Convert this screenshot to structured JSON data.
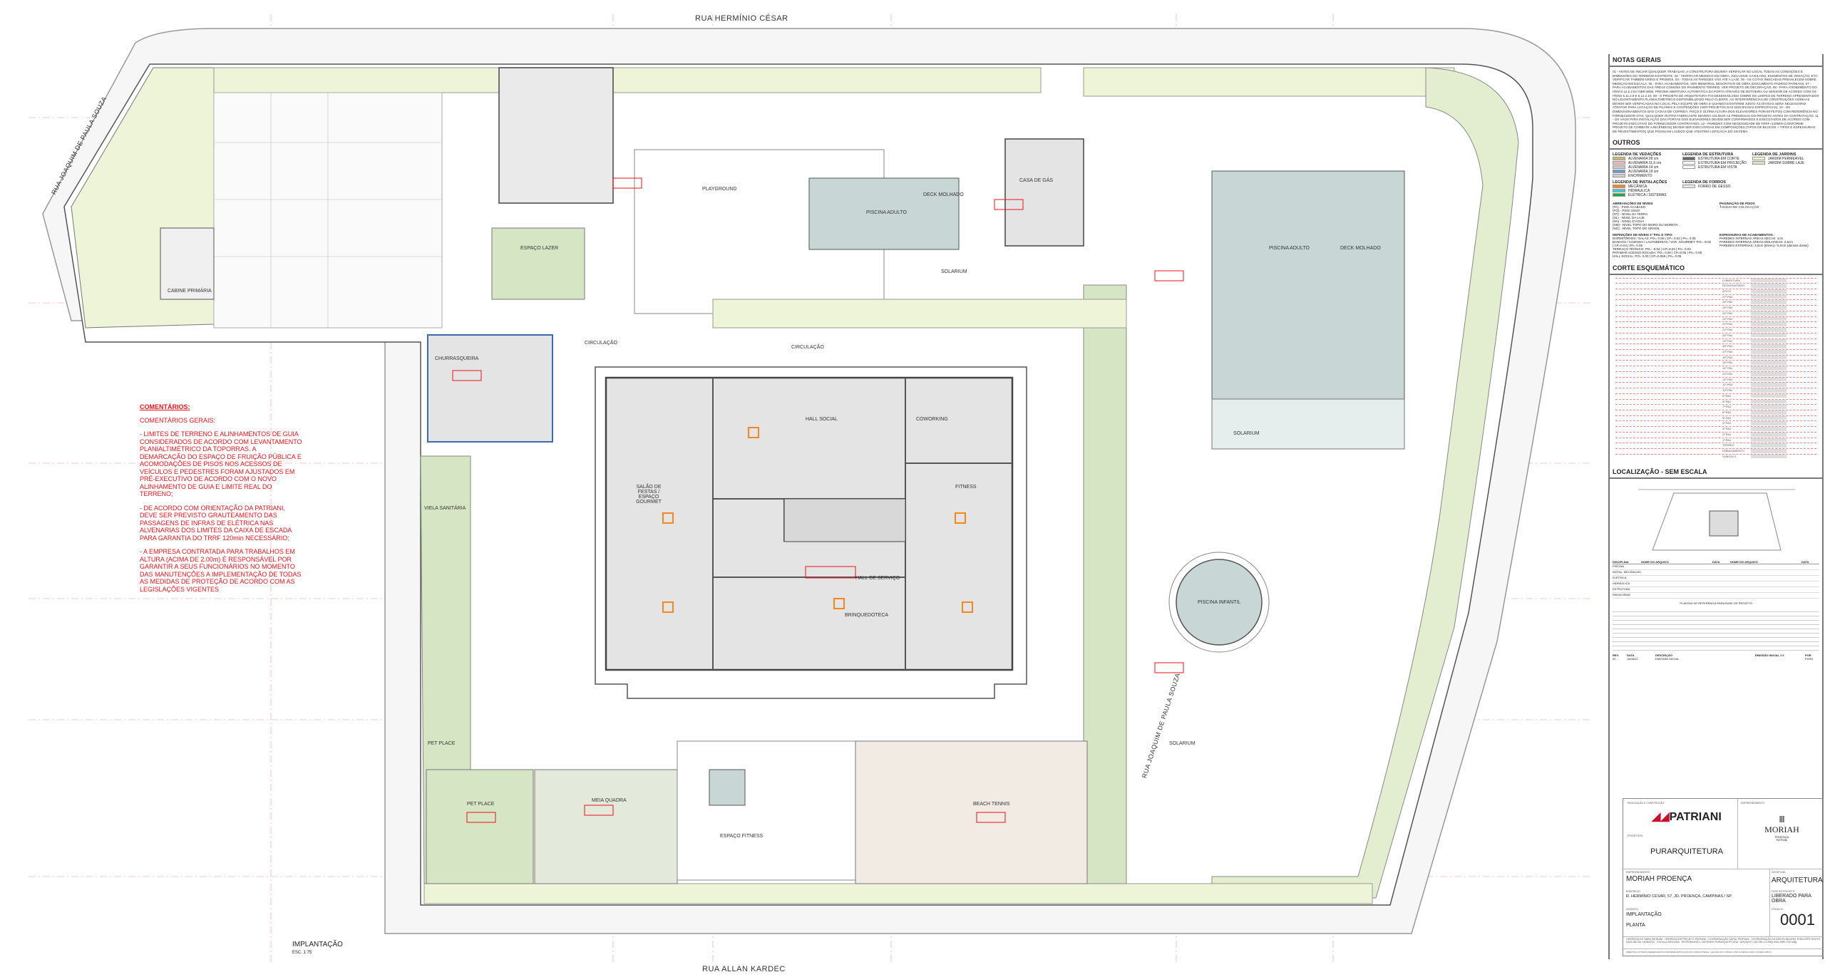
{
  "streets": {
    "top": "RUA HERMÍNIO CÉSAR",
    "bottom": "RUA ALLAN KARDEC",
    "left": "RUA JOAQUIM DE PAULA SOUZA",
    "right": "RUA JOAQUIM DE PAULA SOUZA"
  },
  "drawing_title": "IMPLANTAÇÃO",
  "drawing_scale": "ESC. 1:75",
  "rooms": {
    "playground": "PLAYGROUND",
    "pool_adult": "PISCINA ADULTO",
    "deck": "DECK MOLHADO",
    "solarium": "SOLARIUM",
    "pool_adult2": "PISCINA ADULTO",
    "deck2": "DECK MOLHADO",
    "circulation": "CIRCULAÇÃO",
    "circulation2": "CIRCULAÇÃO",
    "hall": "HALL SOCIAL",
    "fitness": "FITNESS",
    "brinquedoteca": "BRINQUEDOTECA",
    "beach": "BEACH TENNIS",
    "meia": "MEIA QUADRA",
    "pet": "PET PLACE",
    "pet2": "PET PLACE",
    "infantil": "PISCINA INFANTIL",
    "churras": "CHURRASQUEIRA",
    "viela": "VIELA SANITÁRIA",
    "gourmet": "SALÃO DE FESTAS / ESPAÇO GOURMET",
    "coworking": "COWORKING",
    "espaco_lazer": "ESPAÇO LAZER",
    "espaco_fitness": "ESPAÇO FITNESS",
    "casa_gas": "CASA DE GÁS",
    "cabine": "CABINE PRIMÁRIA",
    "hall_servico": "HALL DE SERVIÇO",
    "solarium2": "SOLARIUM",
    "solarium3": "SOLARIUM"
  },
  "comments": {
    "title": "COMENTÁRIOS:",
    "subtitle": "COMENTÁRIOS GERAIS:",
    "items": [
      "- LIMITES DE TERRENO E ALINHAMENTOS DE GUIA CONSIDERADOS DE ACORDO COM LEVANTAMENTO PLANIALTIMÉTRICO DA TOPORRAS. A DEMARCAÇÃO DO ESPAÇO DE FRUIÇÃO PÚBLICA E ACOMODAÇÕES DE PISOS NOS ACESSOS DE VEÍCULOS E PEDESTRES FORAM AJUSTADOS EM PRÉ-EXECUTIVO DE ACORDO COM O NOVO ALINHAMENTO DE GUIA E LIMITE REAL DO TERRENO;",
      "- DE ACORDO COM ORIENTAÇÃO DA PATRIANI, DEVE SER PREVISTO GRAUTEAMENTO DAS PASSAGENS DE INFRAS DE ELÉTRICA NAS ALVENARIAS DOS LIMITES DA CAIXA DE ESCADA PARA GARANTIA DO TRRF 120min NECESSÁRIO;",
      "- A EMPRESA CONTRATADA PARA TRABALHOS EM ALTURA (ACIMA DE 2.00m) É RESPONSÁVEL POR GARANTIR A SEUS FUNCIONÁRIOS NO MOMENTO DAS MANUTENÇÕES A IMPLEMENTAÇÃO DE TODAS AS MEDIDAS DE PROTEÇÃO DE ACORDO COM AS LEGISLAÇÕES VIGENTES"
    ]
  },
  "panel": {
    "notes_title": "NOTAS GERAIS",
    "notes": "01 - ANTES DE INICIAR QUALQUER TRABALHO, A CONSTRUTORA DEVERÁ VERIFICAR NO LOCAL TODAS AS CONDIÇÕES E DIMENSÕES DO TERRENO EXISTENTE. 02 - VERIFICAR MEDIDAS EM OBRA, INCLUSIVE CAIXILHOS, ELEMENTOS DE VEDAÇÃO, ETC. VERIFICAR TAMBÉM NÍVEIS E PRUMOS. 04 - TODAS AS PAREDES VÃO ATÉ A LAJE. 05 - AS COTAS INDICADAS PREVALECEM SOBRE MEDIÇÃO EM ESCALA. 06 - PARA ACABAMENTOS, VER MEMORIAL DESCRITIVO DE OBRA (DOCUMENTO PADRÃO PATRIANI). 07 - PARA ACABAMENTOS DAS ÁREAS COMUNS DO PAVIMENTO TÉRREO, VER PROJETO DE DECORAÇÃO. 08 - PARA ATENDIMENTO DO ITEM 6.11.2.2 DA NBR 9050, PREVER ABERTURA AUTOMÁTICA DA PORTA ATRAVÉS DE BOTOEIRA OU SENSOR DE ACORDO COM OS ITENS 6.11.2.9 E 6.11.2.10. 09 - O PROJETO DE ARQUITETURA FOI DESENVOLVIDO SOBRE OS LIMITES DE TERRENO APRESENTADOS NO LEVANTAMENTO PLANIALTIMÉTRICO DISPONIBILIZADO PELO CLIENTE. AS INTERFERÊNCIAS DE CONSTRUÇÕES VIZINHAS DEVEM SER VERIFICADAS NO LOCAL PELA EQUIPE DE OBRA E QUANDO EXISTIREM JUNTO ÀS DIVISAS SERÁ NECESSÁRIO ATENTAR PARA LOCAÇÃO DE PILARES E CONTENÇÕES (VER PROJETOS DAS DISCIPLINAS ESPECÍFICAS). 10 - OS DIMENSIONAMENTOS DAS CAIXAS DE CORRIDA, POÇO E ÚLTIMA ALTURA DOS ELEVADORES FORAM FEITOS COM REFERÊNCIA NO FORNECEDOR OTIS. QUALQUER OUTRO FABRICANTE DEVERÁ VALIDAR AS PREMISSAS DO PROJETO ANTES DA CONTRATAÇÃO. 11 - OS VÃOS PARA INSTALAÇÃO DAS PORTAS DOS ELEVADORES DEVEM SER CONFIRMADOS E EXECUTADOS DE ACORDO COM PROJETO EXECUTIVO DO FORNECEDOR CONTRATADO. 12 - PAREDES COM NECESSIDADE DE TRRF=120MIN (CONFORME PROJETO DE COMBATE A INCÊNDIOS) DEVEM SER EXECUTADAS EM COMPOSIÇÕES (TIPOS DE BLOCOS + TIPOS E ESPESSURAS DE REVESTIMENTOS) QUE POSSUAM LAUDOS QUE ATESTEM A EFICÁCIA DO SISTEMA.",
    "outros": "OUTROS",
    "legend": [
      {
        "title": "LEGENDA DE VEDAÇÕES",
        "items": [
          {
            "label": "ALVENARIA 09 cm",
            "color": "#c9b677"
          },
          {
            "label": "ALVENARIA 11,5 cm",
            "color": "#f4b6bd"
          },
          {
            "label": "ALVENARIA 14 cm",
            "color": "#c8c8c8"
          },
          {
            "label": "ALVENARIA 19 cm",
            "color": "#6f97c9"
          },
          {
            "label": "ENCHIMENTO",
            "color": "#d0d0d0"
          }
        ]
      },
      {
        "title": "LEGENDA DE ESTRUTURA",
        "items": [
          {
            "label": "ESTRUTURA EM CORTE",
            "color": "#6b6b6b"
          },
          {
            "label": "ESTRUTURA EM PROJEÇÃO",
            "color": "#ffffff"
          },
          {
            "label": "ESTRUTURA EM VISTA",
            "color": "#ffffff"
          }
        ]
      },
      {
        "title": "LEGENDA DE JARDINS",
        "items": [
          {
            "label": "JARDIM PERMEÁVEL",
            "color": "#eef4d8"
          },
          {
            "label": "JARDIM SOBRE LAJE",
            "color": "#d6e6c4"
          }
        ]
      },
      {
        "title": "LEGENDA DE INSTALAÇÕES",
        "items": [
          {
            "label": "MECÂNICA",
            "color": "#f7861e"
          },
          {
            "label": "HIDRÁULICA",
            "color": "#45c8e0"
          },
          {
            "label": "ELÉTRICA / SISTEMAS",
            "color": "#22a83a"
          }
        ]
      },
      {
        "title": "LEGENDA DE FORROS",
        "items": [
          {
            "label": "FORRO DE GESSO",
            "color": "#e8e8e8"
          }
        ]
      }
    ],
    "abbrev_title": "ABREVIAÇÕES DE NÍVEIS",
    "abbrev": [
      "(PA) - PISO ACABADO",
      "(PO) - PISO OSSO",
      "(NT) - NÍVEL DA TERRA",
      "(NL) - NÍVEL DA LAJE",
      "(NA) - NÍVEL D'ÁGUA",
      "(NM) - NÍVEL TOPO DO MURO OU MURETA",
      "(NG) - NÍVEL TOPO DO GRADIL"
    ],
    "paginacao_title": "PAGINAÇÃO DE PISOS",
    "paginacao": "INÍCIO DE COLOCAÇÃO",
    "niveis_title": "DEFINIÇÕES DE NÍVEIS 1º PAV. E TIPO:",
    "niveis": [
      "DORMITÓRIOS / SALAS: PO= 0.00 | CP= 0.02 | PA= 0.05",
      "BANHOS / COZINHA / LAVANDERIAS / VAR. GOURMET: PO= -0.02 | CP=0.04 | PA= 0.05",
      "TERRAÇO TÉCNICO: PO= -0.04 | CP=0.02 | PA= 0.02",
      "PATAMAR ACESSO ESCADA: PO= 0.00 | CP=0.05 | PA= 0.05",
      "HALL SOCIAL: PO= 0.00 | CP=0.055 | PA= 0.05"
    ],
    "espessuras_title": "ESPESSURAS DE ACABAMENTOS :",
    "espessuras": [
      "PAREDES INTERNAS ÁREAS SECAS: 1cm",
      "PAREDES INTERNAS ÁREAS MOLHADAS: 2,5cm",
      "PAREDES EXTERNAS: 3,0cm (térreo) / 5,0cm (demais áreas)"
    ],
    "corte_title": "CORTE ESQUEMÁTICO",
    "corte_levels": [
      "COBERTURA",
      "RESERVATÓRIO",
      "ÁTICO",
      "27º PAV",
      "26º PAV",
      "25º PAV",
      "24º PAV",
      "23º PAV",
      "22º PAV",
      "21º PAV",
      "20º PAV",
      "19º PAV",
      "18º PAV",
      "17º PAV",
      "16º PAV",
      "15º PAV",
      "14º PAV",
      "13º PAV",
      "12º PAV",
      "11º PAV",
      "10º PAV",
      "9º PAV",
      "8º PAV",
      "7º PAV",
      "6º PAV",
      "5º PAV",
      "4º PAV",
      "3º PAV",
      "2º PAV",
      "1º PAV",
      "TÉRREO",
      "EMBASAMENTO",
      "SUBSOLO"
    ],
    "localizacao_title": "LOCALIZAÇÃO - SEM ESCALA",
    "ref_title": "PLANTAS DE REFERÊNCIA PARA BASE DE PROJETO",
    "ref_headers": [
      "DISCIPLINA",
      "NOME DO ARQUIVO",
      "DATA",
      "NOME DO ARQUIVO",
      "DATA"
    ],
    "ref_rows": [
      "PISCINA",
      "INSTAL. MECÂNICAS",
      "ELÉTRICA",
      "HIDRÁULICA",
      "ESTRUTURA",
      "PAISAGISMO"
    ],
    "rev_headers": [
      "REV.",
      "DATA",
      "DESCRIÇÃO",
      "EMISSÃO INICIAL 1.0",
      "POR"
    ],
    "rev_row": [
      "00",
      "16/08/22",
      "EMISSÃO INICIAL",
      "",
      "PURA"
    ]
  },
  "titleblock": {
    "realizacao_label": "REALIZAÇÃO E CONSTRUÇÃO",
    "patriani": "PATRIANI",
    "projetista_label": "PROJETISTA",
    "projetista": "PURARQUITETURA",
    "emp_label": "EMPREENDIMENTO",
    "moriah": "MORIAH",
    "proenca": "PROENÇA",
    "patriani_small": "PATRIANI",
    "empreendimento": "MORIAH PROENÇA",
    "disciplina_label": "DISCIPLINA",
    "disciplina": "ARQUITETURA",
    "endereco_label": "ENDEREÇO",
    "endereco": "R. HERMÍNIO CÉSAR, 57, JD. PROENÇA, CAMPINAS / SP",
    "fase_label": "FASE DO PROJETO",
    "fase": "LIBERADO PARA OBRA",
    "assunto_label": "ASSUNTO",
    "assunto1": "IMPLANTAÇÃO",
    "assunto2": "PLANTA",
    "folha_label": "FOLHA Nº",
    "folha": "0001",
    "gerencia_obra_l": "GERÊNCIA DE OBRA",
    "gerencia_obra": "PATRIANI",
    "gerencia_proj_l": "GERÊNCIA DE PROJETO",
    "gerencia_proj": "PATRIANI",
    "coord_geral_l": "COORDENAÇÃO GERAL",
    "coord_geral": "PATRIANI",
    "coord_disc_l": "COORDENAÇÃO DA DISCIPLINA",
    "coord_disc": "ARQ. PHELLIPPE SOUTO",
    "data_l": "DATA INICIAL",
    "data": "16/08/2022",
    "escala_l": "ESCALA",
    "escala": "INDICADA",
    "resp_l": "RESPONSÁVEL / DESENHO",
    "resp": "PURARQUITETURA",
    "arquivo_l": "ARQUIVO CAD",
    "arquivo": "035-LO-ARQ-0001-IMPL-R00.dwg",
    "direitos": "DIREITOS AUTORAIS RESERVADOS CONFORME ARTIGO 184 DO CÓDIGO PENAL, LEI 9.610 DO CÓDIGO CIVIL E RESOLUÇÃO CONFEA 205/71."
  },
  "colors": {
    "garden_permeable": "#eef4d8",
    "garden_slab": "#d6e6c4",
    "red": "#e8121b",
    "pool": "#c9d6d6",
    "floor": "#e4e4e4"
  }
}
